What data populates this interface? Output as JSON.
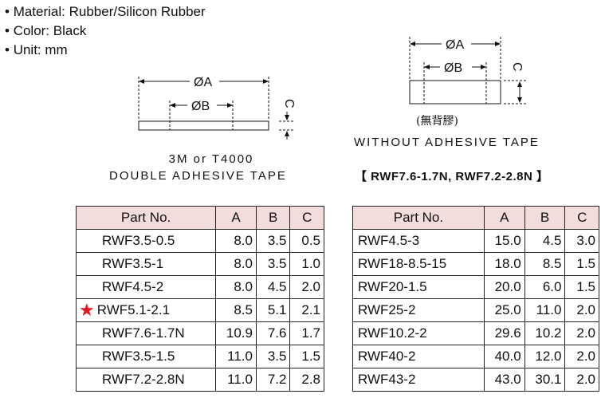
{
  "specs": [
    "Material: Rubber/Silicon Rubber",
    "Color: Black",
    "Unit: mm"
  ],
  "diagram_left": {
    "dim_a": "ØA",
    "dim_b": "ØB",
    "dim_c": "C",
    "caption_line1": "3M  or  T4000",
    "caption_line2": "DOUBLE  ADHESIVE  TAPE"
  },
  "diagram_right": {
    "dim_a": "ØA",
    "dim_b": "ØB",
    "dim_c": "C",
    "note": "(無背膠)",
    "caption": "WITHOUT  ADHESIVE  TAPE"
  },
  "series_label": "【 RWF7.6-1.7N, RWF7.2-2.8N 】",
  "table_left": {
    "headers": [
      "Part No.",
      "A",
      "B",
      "C"
    ],
    "rows": [
      [
        "RWF3.5-0.5",
        "8.0",
        "3.5",
        "0.5"
      ],
      [
        "RWF3.5-1",
        "8.0",
        "3.5",
        "1.0"
      ],
      [
        "RWF4.5-2",
        "8.0",
        "4.5",
        "2.0"
      ],
      [
        "RWF5.1-2.1",
        "8.5",
        "5.1",
        "2.1"
      ],
      [
        "RWF7.6-1.7N",
        "10.9",
        "7.6",
        "1.7"
      ],
      [
        "RWF3.5-1.5",
        "11.0",
        "3.5",
        "1.5"
      ],
      [
        "RWF7.2-2.8N",
        "11.0",
        "7.2",
        "2.8"
      ]
    ],
    "star_glyph": "★"
  },
  "table_right": {
    "headers": [
      "Part No.",
      "A",
      "B",
      "C"
    ],
    "rows": [
      [
        "RWF4.5-3",
        "15.0",
        "4.5",
        "3.0"
      ],
      [
        "RWF18-8.5-15",
        "18.0",
        "8.5",
        "1.5"
      ],
      [
        "RWF20-1.5",
        "20.0",
        "6.0",
        "1.5"
      ],
      [
        "RWF25-2",
        "25.0",
        "11.0",
        "2.0"
      ],
      [
        "RWF10.2-2",
        "29.6",
        "10.2",
        "2.0"
      ],
      [
        "RWF40-2",
        "40.0",
        "12.0",
        "2.0"
      ],
      [
        "RWF43-2",
        "43.0",
        "30.1",
        "2.0"
      ]
    ]
  },
  "colors": {
    "header_bg": "#f3dcdc",
    "star": "#e8131b"
  }
}
